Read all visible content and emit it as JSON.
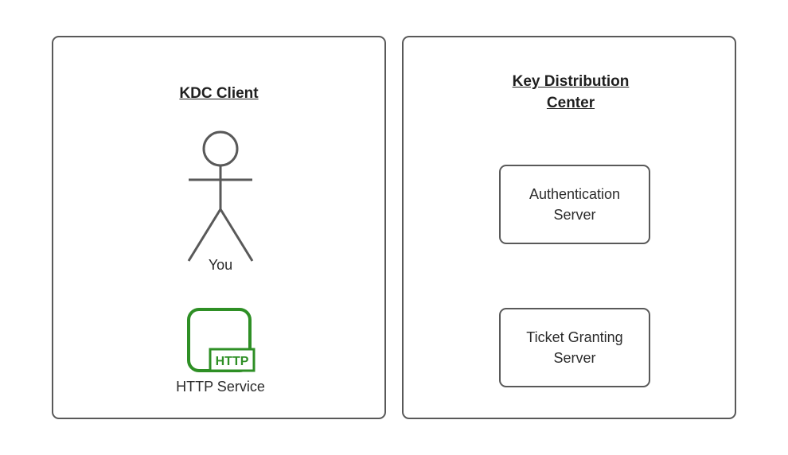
{
  "colors": {
    "background": "#ffffff",
    "shape_stroke": "#595959",
    "title_text": "#1f1f1f",
    "label_text": "#2b2b2b",
    "service_green": "#2e8f25"
  },
  "client_panel": {
    "title": "KDC Client",
    "actor": {
      "label": "You"
    },
    "service": {
      "label": "HTTP Service",
      "badge": "HTTP"
    }
  },
  "kdc_panel": {
    "title": "Key Distribution Center",
    "servers": [
      {
        "label": "Authentication Server"
      },
      {
        "label": "Ticket Granting Server"
      }
    ]
  }
}
